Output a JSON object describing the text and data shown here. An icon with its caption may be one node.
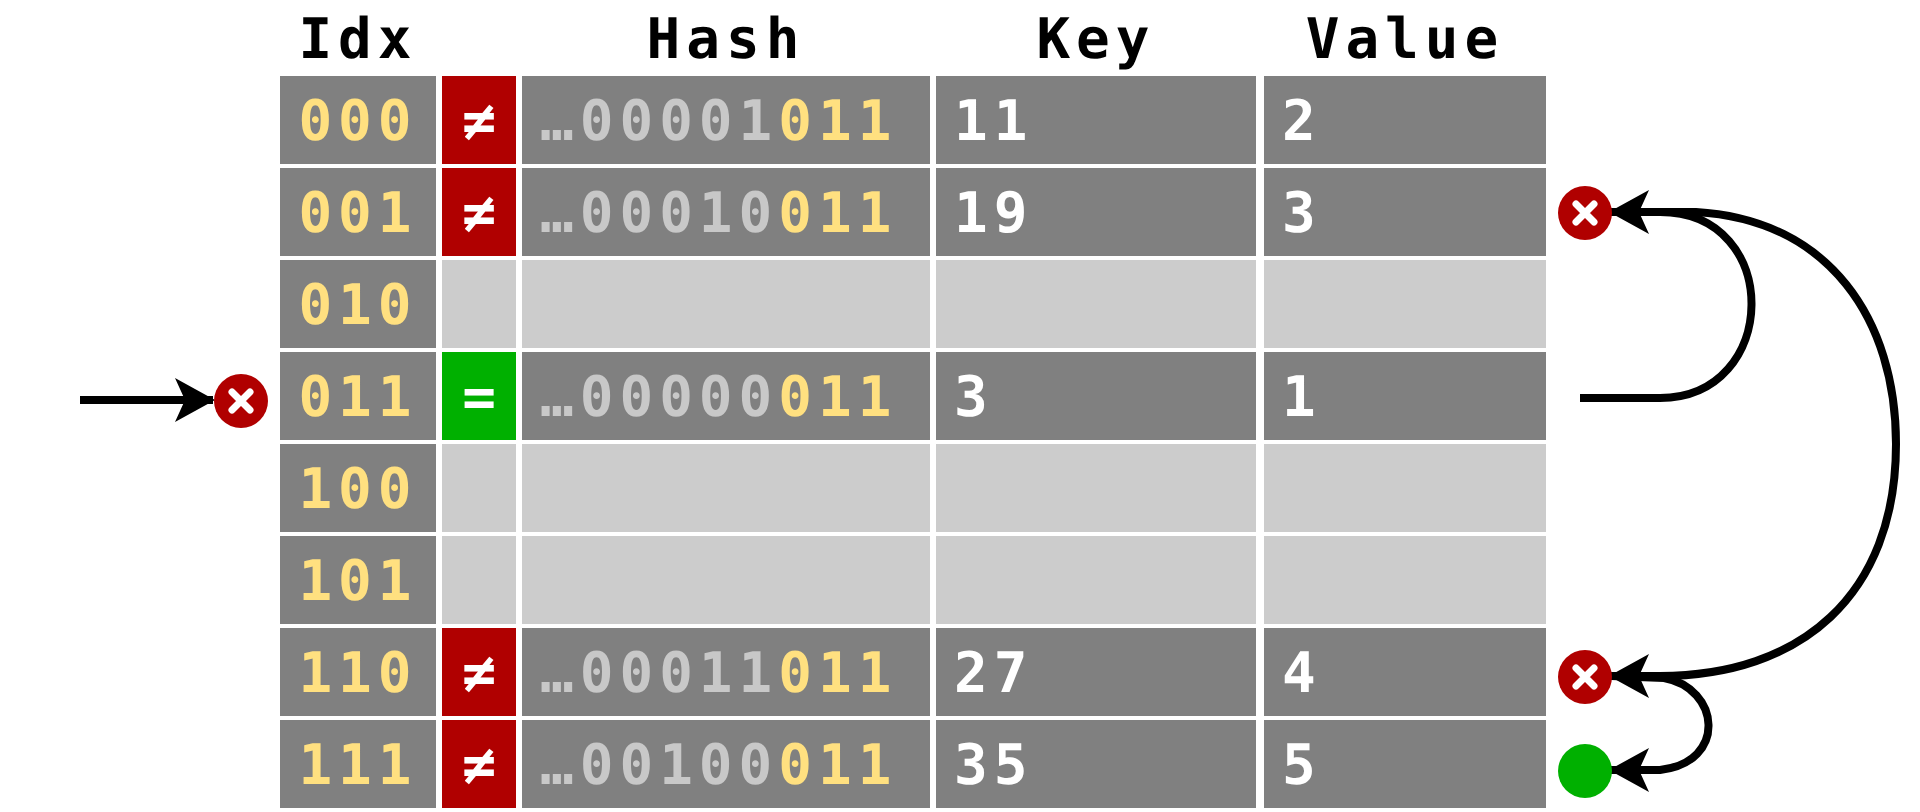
{
  "diagram": {
    "nodes": [
      {
        "text": [],
        "shape": "circle"
      },
      {
        "text": [],
        "shape": "circle"
      },
      {
        "text": [],
        "shape": "circle"
      },
      {
        "text": [],
        "shape": "circle"
      }
    ],
    "edges": [
      {
        "from": null,
        "to": 1,
        "arrow": "to"
      },
      {
        "from": null,
        "to": 0,
        "arrow": "to"
      },
      {
        "from": 0,
        "to": 2,
        "arrow": "to"
      },
      {
        "from": 2,
        "to": 3,
        "arrow": "to"
      }
    ],
    "labels": [
      "Idx",
      "Hash",
      "Key",
      "Value",
      "000",
      "≠",
      "…00001011",
      "11",
      "2",
      "001",
      "≠",
      "…00010011",
      "19",
      "3",
      "010",
      "011",
      "=",
      "…00000011",
      "3",
      "1",
      "100",
      "101",
      "110",
      "≠",
      "…00011011",
      "27",
      "4",
      "111",
      "≠",
      "…00100011",
      "35",
      "5"
    ]
  }
}
